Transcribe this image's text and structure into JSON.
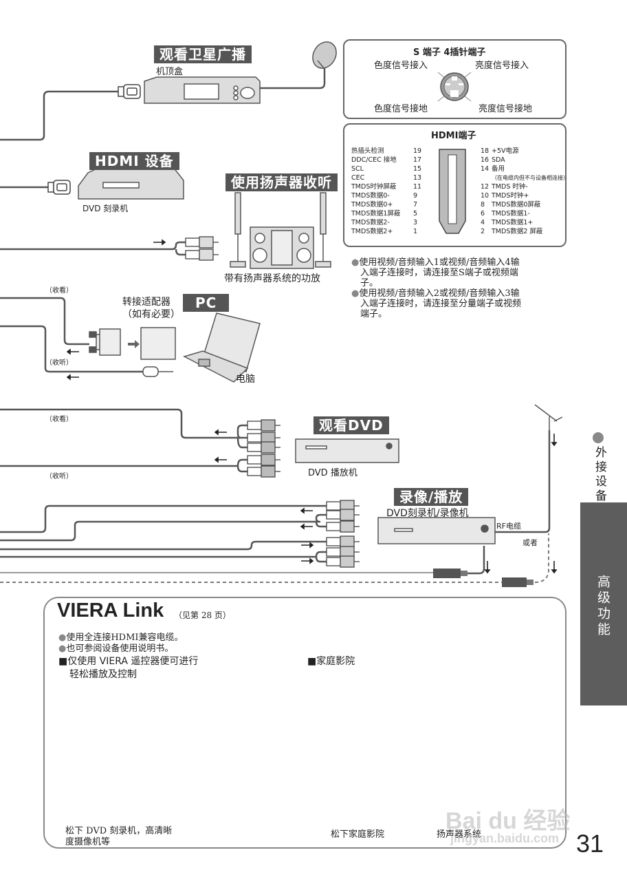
{
  "sections": {
    "satellite": {
      "title": "观看卫星广播",
      "device": "机顶盒"
    },
    "hdmi_device": {
      "title": "HDMI 设备",
      "device": "DVD 刻录机"
    },
    "speaker": {
      "title": "使用扬声器收听",
      "device": "带有扬声器系统的功放"
    },
    "pc": {
      "title": "PC",
      "adapter_line1": "转接适配器",
      "adapter_line2": "（如有必要）",
      "device": "电脑",
      "watch": "（收看）",
      "listen": "（收听）"
    },
    "dvd": {
      "title": "观看DVD",
      "device": "DVD 播放机",
      "watch": "（收看）",
      "listen": "（收听）"
    },
    "recorder": {
      "title": "录像/播放",
      "device": "DVD刻录机/录像机",
      "rf_cable": "RF电缆",
      "or": "或者"
    }
  },
  "s_terminal": {
    "title": "S 端子 4插针端子",
    "chroma_in": "色度信号接入",
    "luma_in": "亮度信号接入",
    "chroma_gnd": "色度信号接地",
    "luma_gnd": "亮度信号接地"
  },
  "hdmi_terminal": {
    "title": "HDMI端子",
    "left_pins": [
      {
        "label": "热插头检测",
        "pin": "19"
      },
      {
        "label": "DDC/CEC 接地",
        "pin": "17"
      },
      {
        "label": "SCL",
        "pin": "15"
      },
      {
        "label": "CEC",
        "pin": "13"
      },
      {
        "label": "TMDS时钟屏蔽",
        "pin": "11"
      },
      {
        "label": "TMDS数据0-",
        "pin": "9"
      },
      {
        "label": "TMDS数据0+",
        "pin": "7"
      },
      {
        "label": "TMDS数据1屏蔽",
        "pin": "5"
      },
      {
        "label": "TMDS数据2-",
        "pin": "3"
      },
      {
        "label": "TMDS数据2+",
        "pin": "1"
      }
    ],
    "right_pins": [
      {
        "pin": "18",
        "label": "+5V电源"
      },
      {
        "pin": "16",
        "label": "SDA"
      },
      {
        "pin": "14",
        "label": "备用"
      },
      {
        "pin": "",
        "label": "（在电缆内但不与设备相连接）"
      },
      {
        "pin": "12",
        "label": "TMDS 时钟-"
      },
      {
        "pin": "10",
        "label": "TMDS时钟+"
      },
      {
        "pin": "8",
        "label": "TMDS数据0屏蔽"
      },
      {
        "pin": "6",
        "label": "TMDS数据1-"
      },
      {
        "pin": "4",
        "label": "TMDS数据1+"
      },
      {
        "pin": "2",
        "label": "TMDS数据2 屏蔽"
      }
    ]
  },
  "notes": [
    {
      "line1": "使用视频/音频输入1或视频/音频输入4输",
      "line2": "入端子连接时，请连接至S端子或视频端",
      "line3": "子。"
    },
    {
      "line1": "使用视频/音频输入2或视频/音频输入3输",
      "line2": "入端子连接时，请连接至分量端子或视频",
      "line3": "端子。"
    }
  ],
  "side": {
    "bullet_label": "外接设备",
    "tab_label": "高级功能"
  },
  "viera": {
    "title": "VIERA Link",
    "ref": "（见第 28 页）",
    "bullets": [
      "使用全连接HDMI兼容电缆。",
      "也可参阅设备使用说明书。"
    ],
    "left_heading_1": "■仅使用 VIERA 遥控器便可进行",
    "left_heading_2": "轻松播放及控制",
    "left_caption_1": "松下 DVD 刻录机，高清晰",
    "left_caption_2": "度摄像机等",
    "right_heading": "■家庭影院",
    "right_caption_1": "松下家庭影院",
    "right_caption_2": "扬声器系统"
  },
  "page_number": "31",
  "watermark": {
    "brand": "Bai du 经验",
    "url": "jingyan.baidu.com"
  }
}
